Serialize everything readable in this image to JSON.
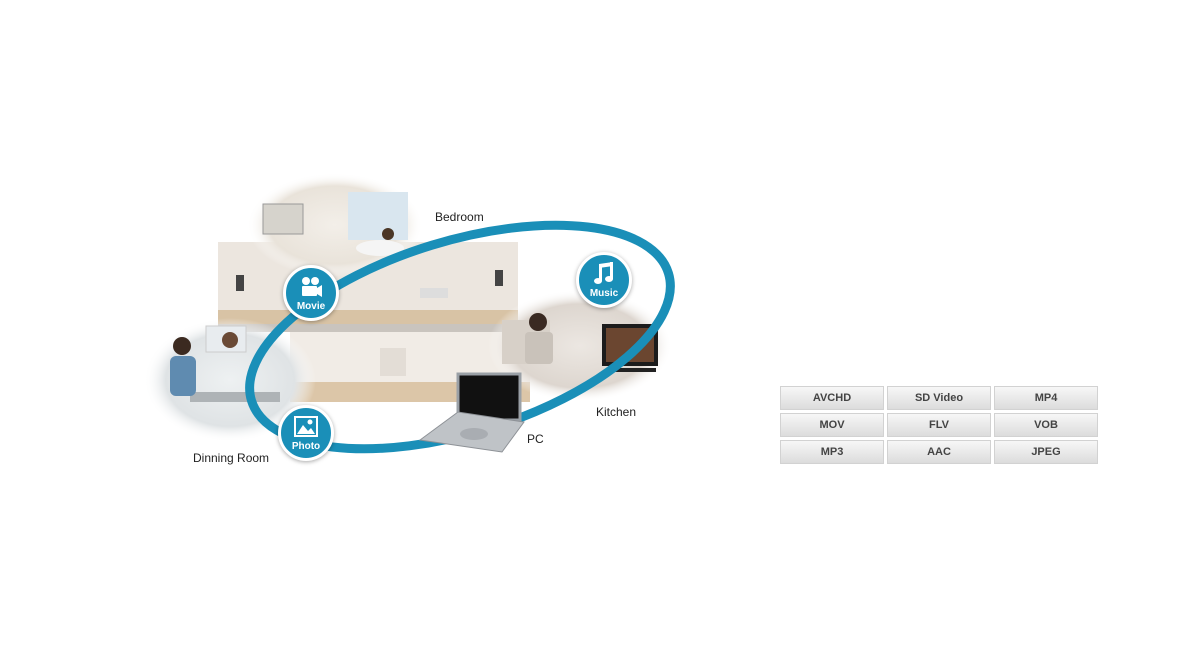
{
  "rooms": {
    "bedroom": "Bedroom",
    "kitchen": "Kitchen",
    "pc": "PC",
    "dining": "Dinning Room"
  },
  "badges": {
    "movie": {
      "label": "Movie",
      "icon": "movie-camera-icon"
    },
    "music": {
      "label": "Music",
      "icon": "music-note-icon"
    },
    "photo": {
      "label": "Photo",
      "icon": "picture-icon"
    }
  },
  "formats": [
    "AVCHD",
    "SD Video",
    "MP4",
    "MOV",
    "FLV",
    "VOB",
    "MP3",
    "AAC",
    "JPEG"
  ],
  "colors": {
    "accent": "#1a8fb8"
  }
}
